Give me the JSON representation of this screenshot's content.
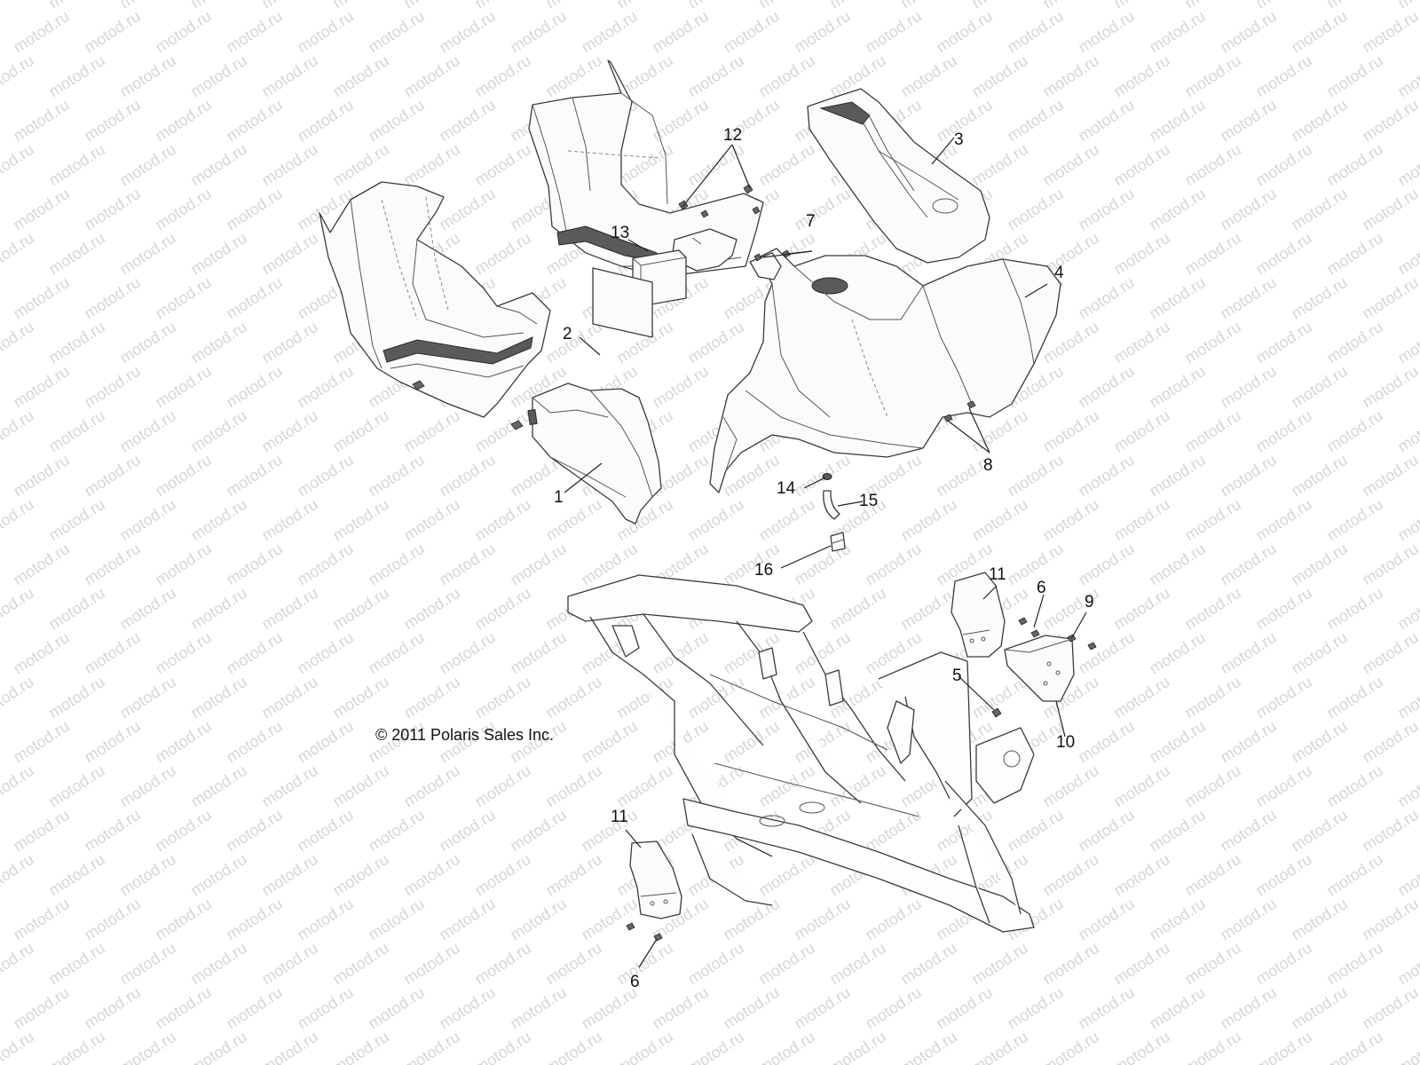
{
  "watermark": "motod.ru",
  "copyright": "© 2011 Polaris Sales Inc.",
  "callouts": {
    "c1": "1",
    "c2": "2",
    "c3": "3",
    "c4": "4",
    "c5": "5",
    "c6a": "6",
    "c6b": "6",
    "c7": "7",
    "c8": "8",
    "c9": "9",
    "c10": "10",
    "c11a": "11",
    "c11b": "11",
    "c12": "12",
    "c13": "13",
    "c14": "14",
    "c15": "15",
    "c16": "16"
  }
}
